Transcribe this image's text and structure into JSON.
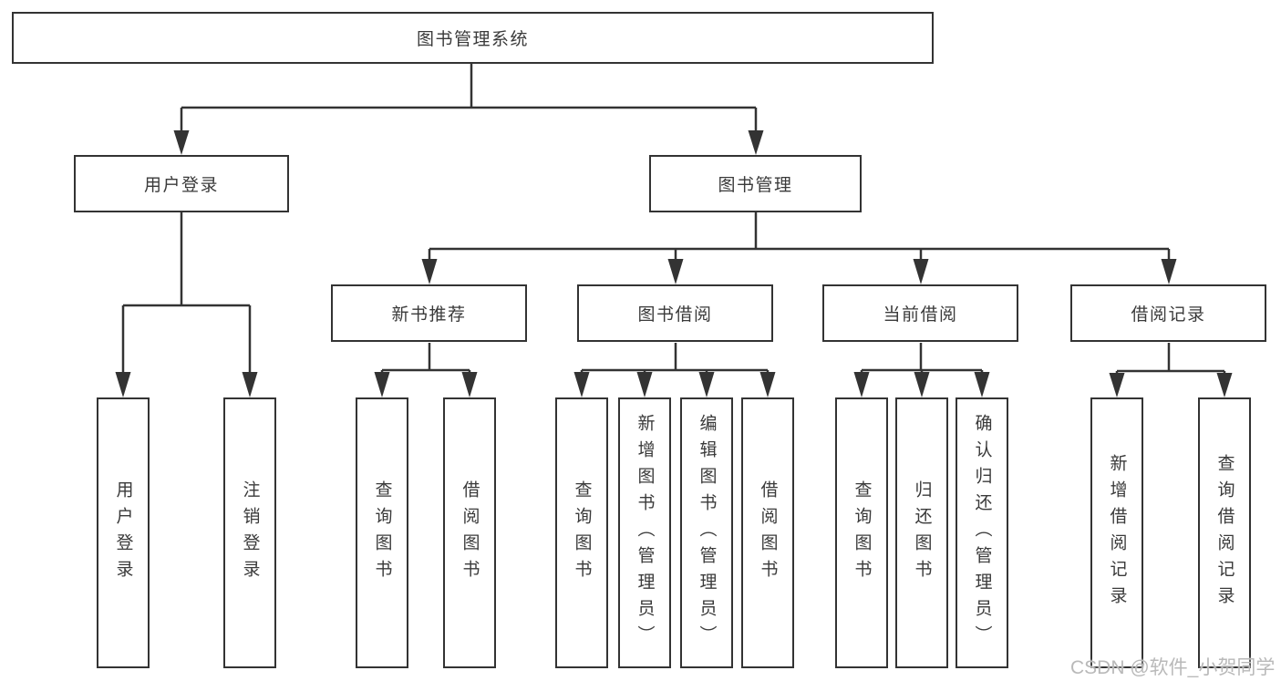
{
  "nodes": {
    "root": "图书管理系统",
    "level2": {
      "user_login": "用户登录",
      "book_mgmt": "图书管理"
    },
    "level3": {
      "new_book_rec": "新书推荐",
      "book_borrow": "图书借阅",
      "current_borrow": "当前借阅",
      "borrow_records": "借阅记录"
    },
    "leaves": {
      "user_login": [
        "用户登录",
        "注销登录"
      ],
      "new_book_rec": [
        "查询图书",
        "借阅图书"
      ],
      "book_borrow": [
        "查询图书",
        "新增图书（管理员）",
        "编辑图书（管理员）",
        "借阅图书"
      ],
      "current_borrow": [
        "查询图书",
        "归还图书",
        "确认归还（管理员）"
      ],
      "borrow_records": [
        "新增借阅记录",
        "查询借阅记录"
      ]
    }
  },
  "watermark": {
    "text": "CSDN @软件_小贺同学"
  },
  "colors": {
    "line": "#333333",
    "text": "#3a3a3a",
    "background": "#ffffff",
    "watermark": "#b9b9b9"
  }
}
